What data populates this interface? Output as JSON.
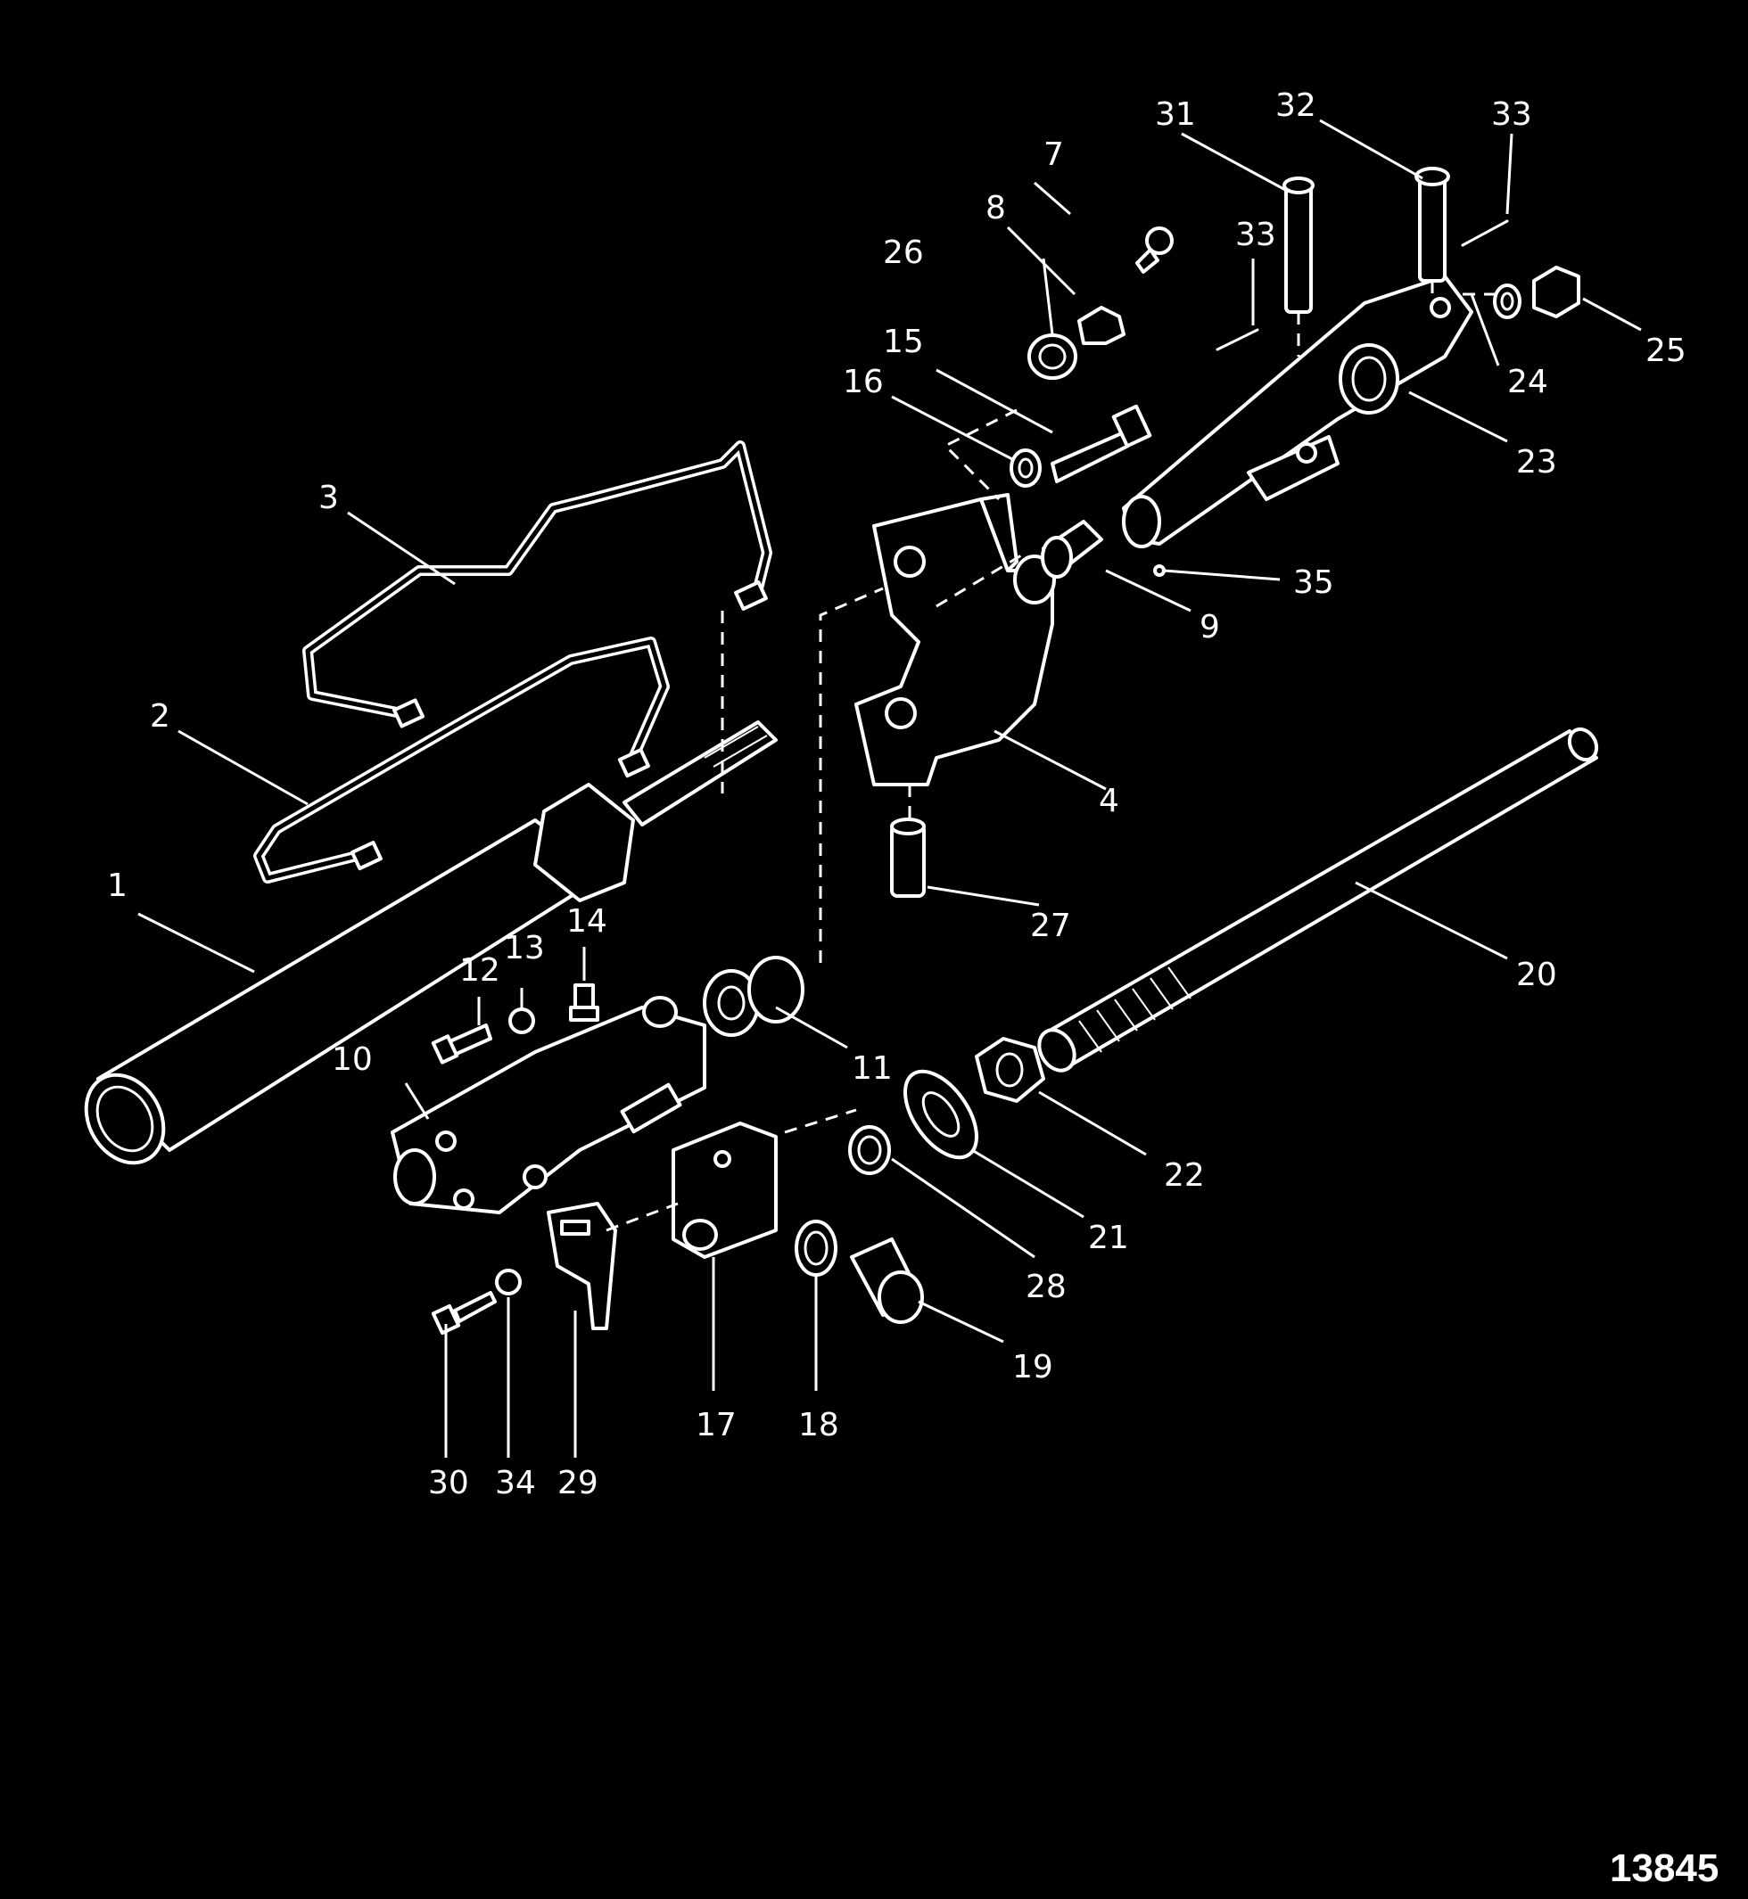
{
  "callouts": {
    "c1": "1",
    "c2": "2",
    "c3": "3",
    "c4": "4",
    "c7": "7",
    "c8": "8",
    "c9": "9",
    "c10": "10",
    "c11": "11",
    "c12": "12",
    "c13": "13",
    "c14": "14",
    "c15": "15",
    "c16": "16",
    "c17": "17",
    "c18": "18",
    "c19": "19",
    "c20": "20",
    "c21": "21",
    "c22": "22",
    "c23": "23",
    "c24": "24",
    "c25": "25",
    "c26": "26",
    "c27": "27",
    "c28": "28",
    "c29": "29",
    "c30": "30",
    "c31": "31",
    "c32": "32",
    "c33a": "33",
    "c33b": "33",
    "c34": "34",
    "c35": "35"
  },
  "figure_number": "13845"
}
